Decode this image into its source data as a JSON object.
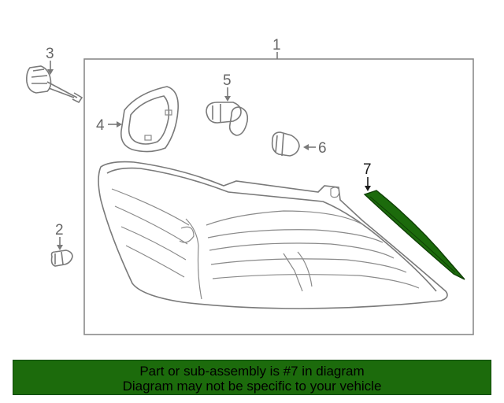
{
  "diagram": {
    "callouts": [
      "1",
      "2",
      "3",
      "4",
      "5",
      "6",
      "7"
    ],
    "highlighted_callout": "7",
    "highlight_color": "#1c6b0c"
  },
  "footer": {
    "line1": "Part or sub-assembly is #7 in diagram",
    "line2": "Diagram may not be specific to your vehicle",
    "background_color": "#1c6b0c"
  }
}
